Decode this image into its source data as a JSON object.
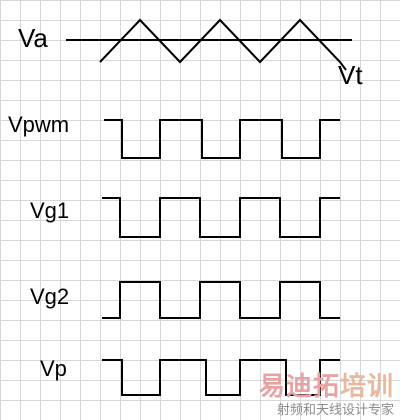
{
  "labels": {
    "va": "Va",
    "vt": "Vt",
    "vpwm": "Vpwm",
    "vg1": "Vg1",
    "vg2": "Vg2",
    "vp": "Vp"
  },
  "watermark": {
    "logo_part1": "易迪拓",
    "logo_part2": "培训",
    "subtitle": "射频和天线设计专家"
  },
  "colors": {
    "background": "#ffffff",
    "grid": "#d7d7d7",
    "trace": "#000000",
    "watermark_red": "#e7a3a3",
    "watermark_orange": "#e7b99f",
    "watermark_gray": "#8a8a8a"
  }
}
